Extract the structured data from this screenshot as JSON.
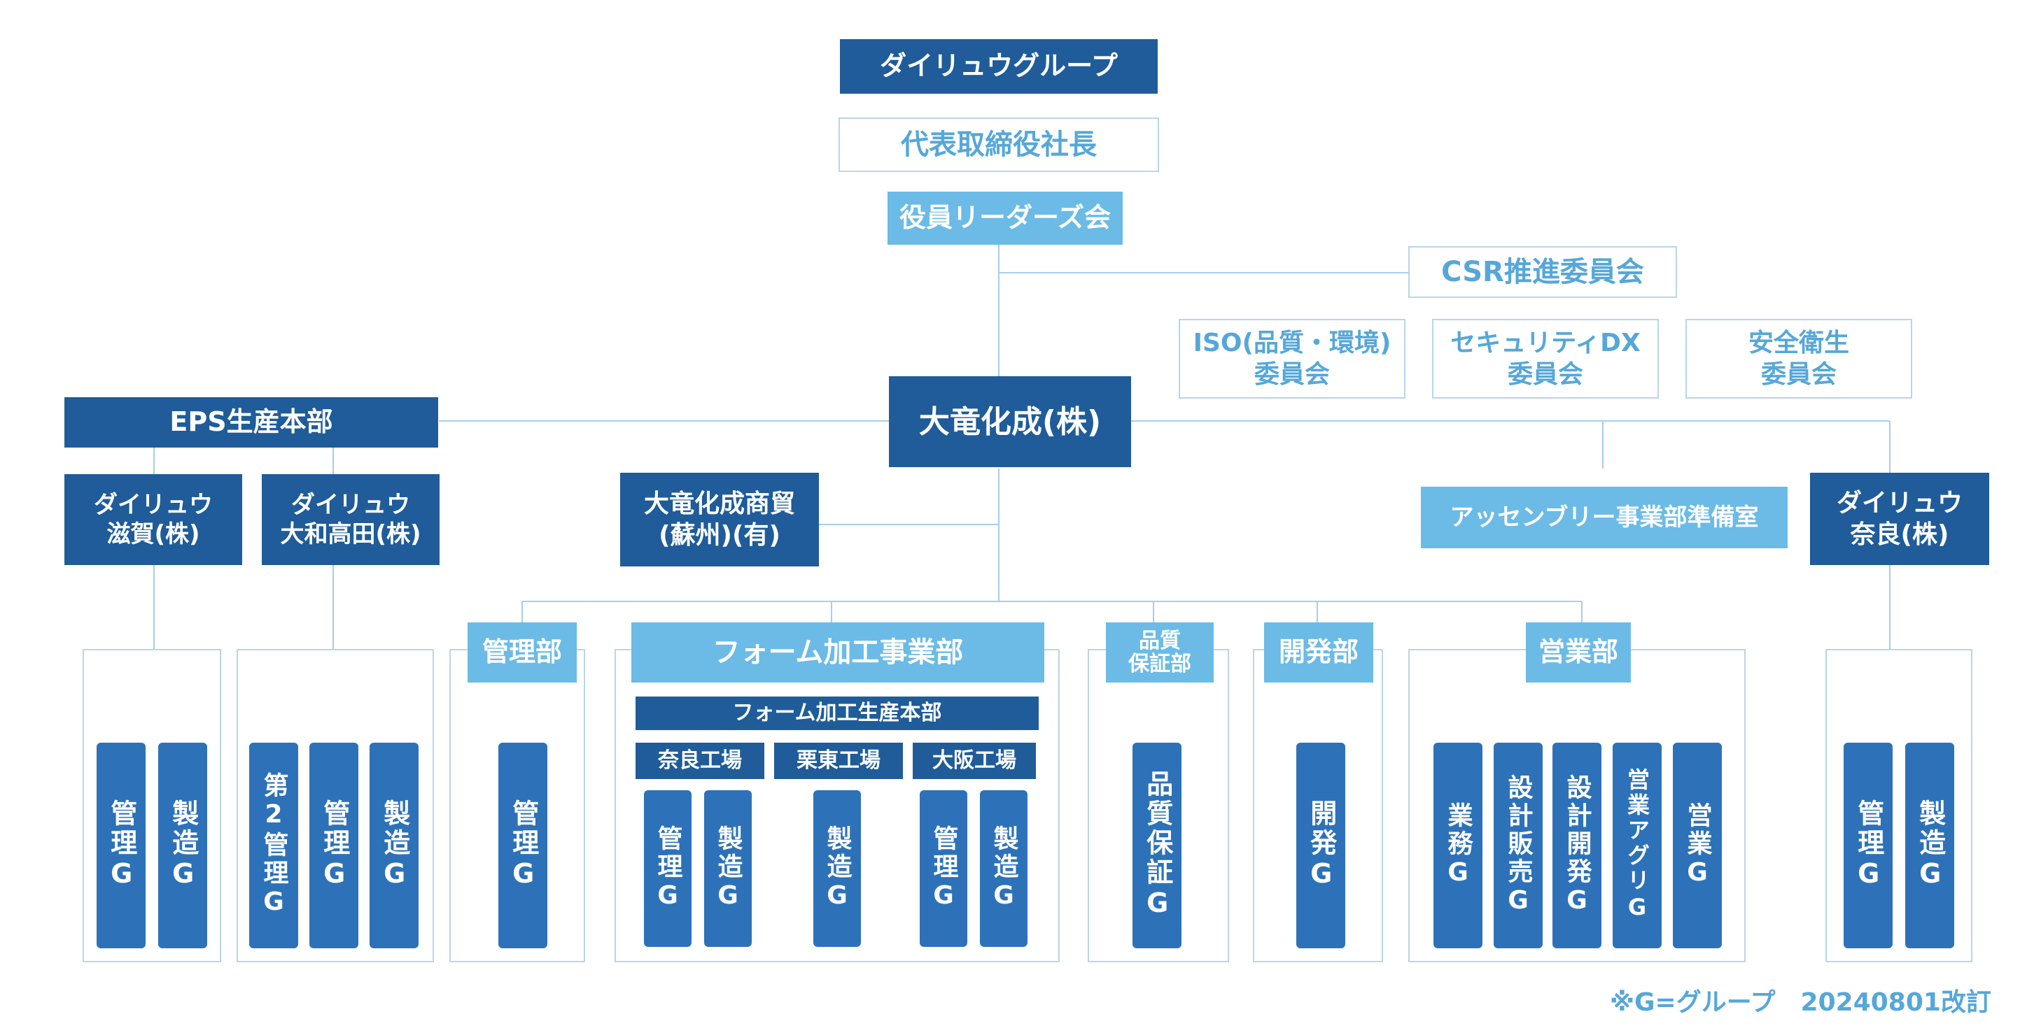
{
  "top": {
    "group": "ダイリュウグループ",
    "president": "代表取締役社長",
    "leaders": "役員リーダーズ会",
    "csr": "CSR推進委員会",
    "committees": [
      "ISO(品質・環境)\n委員会",
      "セキュリティDX\n委員会",
      "安全衛生\n委員会"
    ]
  },
  "main_company": "大竜化成(株)",
  "eps": {
    "title": "EPS生産本部",
    "subs": [
      {
        "name": "ダイリュウ\n滋賀(株)",
        "groups": [
          "管理G",
          "製造G"
        ]
      },
      {
        "name": "ダイリュウ\n大和高田(株)",
        "groups": [
          "第2管理G",
          "管理G",
          "製造G"
        ]
      }
    ]
  },
  "suzhou": "大竜化成商貿\n(蘇州)(有)",
  "assembly": "アッセンブリー事業部準備室",
  "nara": {
    "name": "ダイリュウ\n奈良(株)",
    "groups": [
      "管理G",
      "製造G"
    ]
  },
  "departments": {
    "kanri": {
      "label": "管理部",
      "groups": [
        "管理G"
      ]
    },
    "foam": {
      "label": "フォーム加工事業部",
      "sub": "フォーム加工生産本部",
      "factories": [
        {
          "name": "奈良工場",
          "groups": [
            "管理G",
            "製造G"
          ]
        },
        {
          "name": "栗東工場",
          "groups": [
            "製造G"
          ]
        },
        {
          "name": "大阪工場",
          "groups": [
            "管理G",
            "製造G"
          ]
        }
      ]
    },
    "quality": {
      "label": "品質\n保証部",
      "groups": [
        "品質保証G"
      ]
    },
    "kaihatsu": {
      "label": "開発部",
      "groups": [
        "開発G"
      ]
    },
    "eigyo": {
      "label": "営業部",
      "groups": [
        "業務G",
        "設計販売G",
        "設計開発G",
        "営業アグリG",
        "営業G"
      ]
    }
  },
  "footnote": "※G=グループ　20240801改訂"
}
